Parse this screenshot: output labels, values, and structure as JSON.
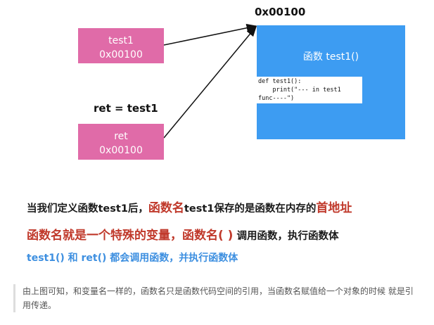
{
  "diagram": {
    "address_top": "0x00100",
    "box_test1": {
      "name": "test1",
      "addr": "0x00100"
    },
    "ret_assign": "ret = test1",
    "box_ret": {
      "name": "ret",
      "addr": "0x00100"
    },
    "func_box": {
      "title": "函数 test1()",
      "code": "def test1():\n    print(\"--- in test1\nfunc----\")"
    },
    "colors": {
      "pink": "#e06ba8",
      "blue": "#3d9cf2",
      "red": "#c0392b",
      "link_blue": "#3d8fe0"
    }
  },
  "text": {
    "line1_a": "当我们定义函数test1后，",
    "line1_b": "函数名",
    "line1_c": "test1保存的是函数在内存的",
    "line1_d": "首地址",
    "line2_a": "函数名就是一个特殊的变量，函数名( )",
    "line2_b": " 调用函数，执行函数体",
    "line3": "test1() 和 ret()  都会调用函数，并执行函数体",
    "quote": "由上图可知，和变量名一样的，函数名只是函数代码空间的引用，当函数名赋值给一个对象的时候 就是引用传递。"
  }
}
